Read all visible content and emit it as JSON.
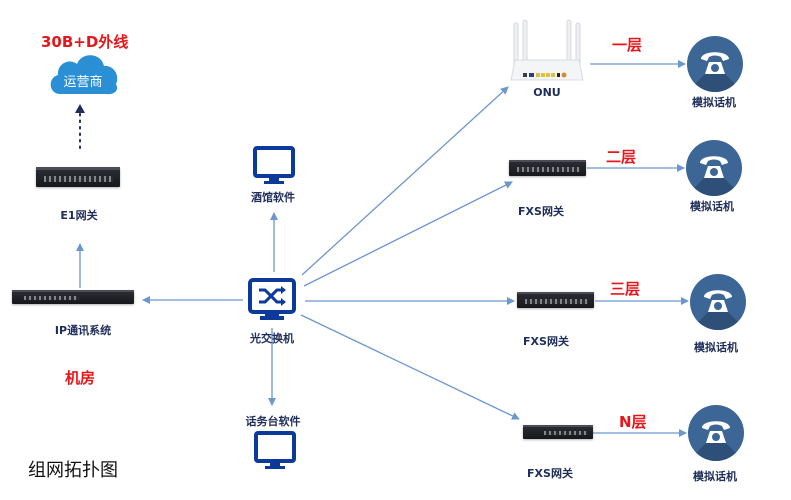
{
  "diagram": {
    "title": "组网拓扑图",
    "colors": {
      "line": "#6b97cf",
      "label_text": "#1f2d5a",
      "highlight_text": "#e8161b",
      "monitor_blue": "#0c3a9a",
      "cloud_blue": "#2b8fd6",
      "phone_blue": "#3c6696"
    },
    "left_column": {
      "trunk_label": "30B+D外线",
      "carrier": {
        "label": "运营商",
        "icon": "cloud-icon"
      },
      "e1_gateway": {
        "label": "E1网关",
        "icon": "rack-device-icon"
      },
      "ip_system": {
        "label": "IP通讯系统",
        "icon": "rack-device-icon"
      },
      "room_label": "机房"
    },
    "center_column": {
      "hotel_software": {
        "label": "酒馆软件",
        "icon": "monitor-icon"
      },
      "optical_switch": {
        "label": "光交换机",
        "icon": "switch-monitor-icon"
      },
      "console_software": {
        "label": "话务台软件",
        "icon": "monitor-icon"
      }
    },
    "floors": [
      {
        "floor": "一层",
        "device": "ONU",
        "device_icon": "router-icon",
        "phone": "模拟话机"
      },
      {
        "floor": "二层",
        "device": "FXS网关",
        "device_icon": "rack-device-icon",
        "phone": "模拟话机"
      },
      {
        "floor": "三层",
        "device": "FXS网关",
        "device_icon": "rack-device-icon",
        "phone": "模拟话机"
      },
      {
        "floor": "N层",
        "device": "FXS网关",
        "device_icon": "rack-device-icon",
        "phone": "模拟话机"
      }
    ],
    "connections": [
      {
        "from": "E1网关",
        "to": "运营商",
        "style": "dotted"
      },
      {
        "from": "IP通讯系统",
        "to": "E1网关",
        "style": "solid"
      },
      {
        "from": "光交换机",
        "to": "IP通讯系统",
        "style": "solid"
      },
      {
        "from": "光交换机",
        "to": "酒馆软件",
        "style": "solid"
      },
      {
        "from": "光交换机",
        "to": "话务台软件",
        "style": "solid"
      },
      {
        "from": "光交换机",
        "to": "ONU",
        "style": "solid"
      },
      {
        "from": "光交换机",
        "to": "FXS网关 (二层)",
        "style": "solid"
      },
      {
        "from": "光交换机",
        "to": "FXS网关 (三层)",
        "style": "solid"
      },
      {
        "from": "光交换机",
        "to": "FXS网关 (N层)",
        "style": "solid"
      },
      {
        "from": "ONU",
        "to": "模拟话机 (一层)",
        "style": "solid"
      },
      {
        "from": "FXS网关 (二层)",
        "to": "模拟话机 (二层)",
        "style": "solid"
      },
      {
        "from": "FXS网关 (三层)",
        "to": "模拟话机 (三层)",
        "style": "solid"
      },
      {
        "from": "FXS网关 (N层)",
        "to": "模拟话机 (N层)",
        "style": "solid"
      }
    ]
  }
}
